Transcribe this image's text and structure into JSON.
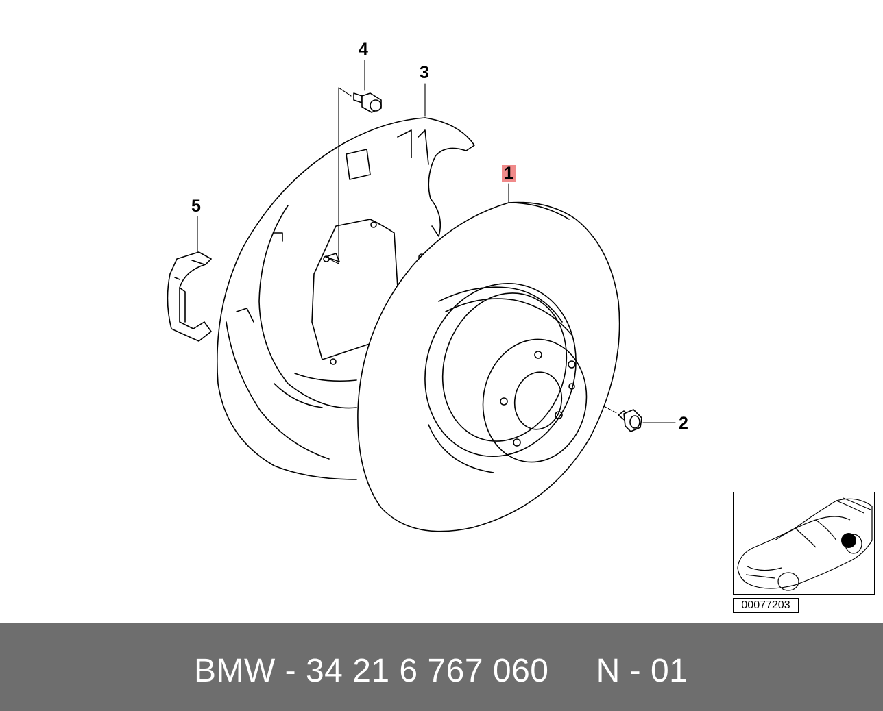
{
  "callouts": {
    "c1": "1",
    "c2": "2",
    "c3": "3",
    "c4": "4",
    "c5": "5"
  },
  "highlight_color": "#f08a8a",
  "inset": {
    "code": "00077203"
  },
  "footer": {
    "text": "BMW - 34 21 6 767 060     N - 01",
    "background": "#6e6e6e"
  }
}
